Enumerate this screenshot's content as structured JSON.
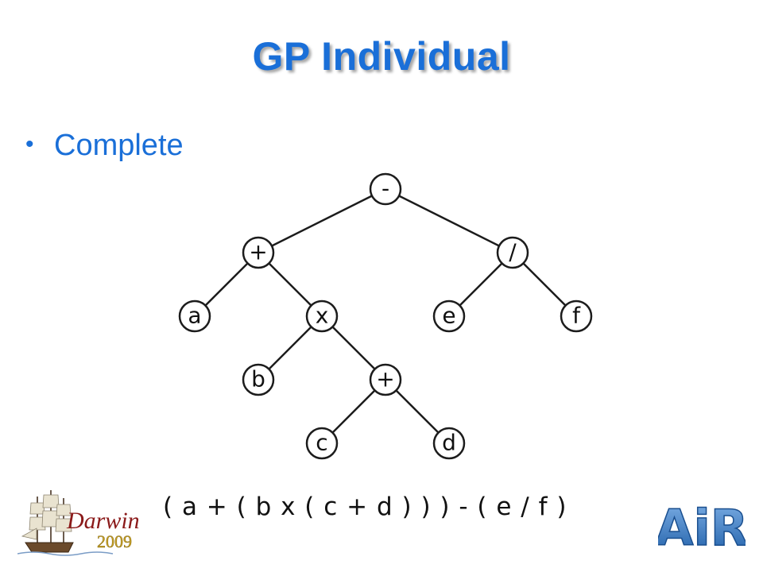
{
  "slide": {
    "title": "GP Individual",
    "bullet": "Complete"
  },
  "tree": {
    "nodes": [
      {
        "id": "n-root",
        "label": "-"
      },
      {
        "id": "n-plus1",
        "label": "+"
      },
      {
        "id": "n-div",
        "label": "/"
      },
      {
        "id": "n-a",
        "label": "a"
      },
      {
        "id": "n-times",
        "label": "x"
      },
      {
        "id": "n-e",
        "label": "e"
      },
      {
        "id": "n-f",
        "label": "f"
      },
      {
        "id": "n-b",
        "label": "b"
      },
      {
        "id": "n-plus2",
        "label": "+"
      },
      {
        "id": "n-c",
        "label": "c"
      },
      {
        "id": "n-d",
        "label": "d"
      }
    ],
    "edges": [
      [
        "n-root",
        "n-plus1"
      ],
      [
        "n-root",
        "n-div"
      ],
      [
        "n-plus1",
        "n-a"
      ],
      [
        "n-plus1",
        "n-times"
      ],
      [
        "n-div",
        "n-e"
      ],
      [
        "n-div",
        "n-f"
      ],
      [
        "n-times",
        "n-b"
      ],
      [
        "n-times",
        "n-plus2"
      ],
      [
        "n-plus2",
        "n-c"
      ],
      [
        "n-plus2",
        "n-d"
      ]
    ]
  },
  "expression": "( a + ( b x ( c + d ) ) ) - ( e / f )",
  "logos": {
    "left": {
      "icon": "darwin-ship-logo",
      "text": "Darwin",
      "year": "2009",
      "primary_color": "#8b1a1a",
      "accent_color": "#c9a227"
    },
    "right": {
      "icon": "air-logo",
      "text": "AiR",
      "primary_color": "#2a6fb5"
    }
  }
}
